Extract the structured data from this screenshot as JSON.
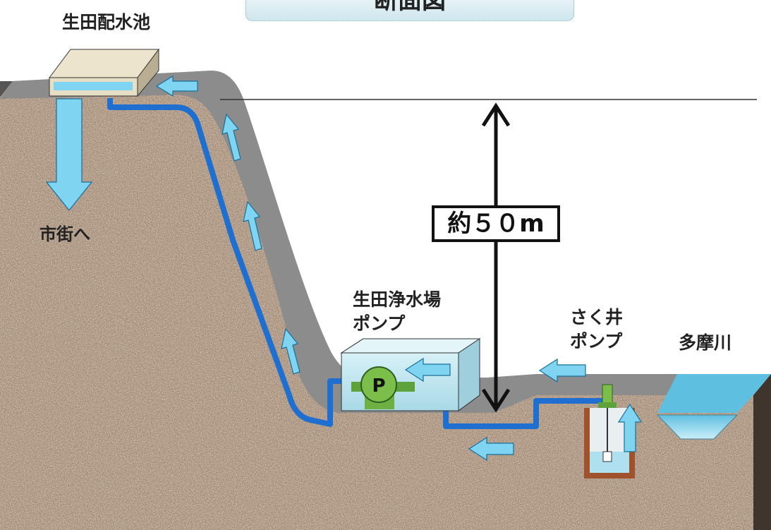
{
  "diagram": {
    "title": "断面図",
    "reservoir_label": "生田配水池",
    "city_label": "市街へ",
    "height_label": "約５０m",
    "plant_pump_label_line1": "生田浄水場",
    "plant_pump_label_line2": "ポンプ",
    "well_pump_label_line1": "さく井",
    "well_pump_label_line2": "ポンプ",
    "river_label": "多摩川",
    "pump_symbol": "P"
  },
  "colors": {
    "ground": "#a48a74",
    "ground_dark": "#5b4a3c",
    "slope": "#8a8a8a",
    "pipe": "#1f6fd0",
    "flow_arrow": "#7fd4f2",
    "water": "#8fd3ea",
    "pump_housing": "#b8e3ee",
    "pump": "#7bbf4a"
  },
  "icons": [
    "flow-arrow-icon",
    "pump-icon",
    "double-arrow-icon"
  ]
}
